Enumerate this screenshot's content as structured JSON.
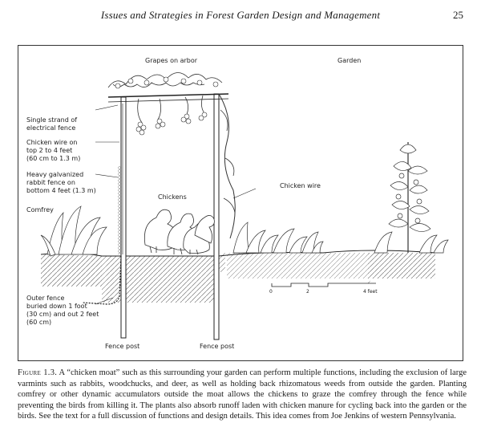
{
  "header": {
    "running_title": "Issues and Strategies in Forest Garden Design and Management",
    "page_number": "25"
  },
  "figure": {
    "labels": {
      "grapes_on_arbor": "Grapes on arbor",
      "garden": "Garden",
      "electrical_fence": "Single strand of\nelectrical fence",
      "chicken_wire_top": "Chicken wire on\ntop 2 to 4 feet\n(60 cm to 1.3 m)",
      "rabbit_fence": "Heavy galvanized\nrabbit fence on\nbottom 4 feet (1.3 m)",
      "comfrey": "Comfrey",
      "chickens": "Chickens",
      "chicken_wire": "Chicken wire",
      "outer_fence": "Outer fence\nburied down 1 foot\n(30 cm) and out 2 feet\n(60 cm)",
      "fence_post_left": "Fence post",
      "fence_post_right": "Fence post"
    },
    "scale_bar": {
      "tick_0": "0",
      "tick_2": "2",
      "tick_4": "4 feet"
    }
  },
  "caption": {
    "label": "Figure 1.3.",
    "text": "A “chicken moat” such as this surrounding your garden can perform multiple functions, including the exclusion of large varmints such as rabbits, woodchucks, and deer, as well as holding back rhizomatous weeds from outside the garden. Planting comfrey or other dynamic accumulators outside the moat allows the chickens to graze the comfrey through the fence while preventing the birds from killing it. The plants also absorb runoff laden with chicken manure for cycling back into the garden or the birds. See the text for a full discussion of functions and design details. This idea comes from Joe Jenkins of western Pennsylvania."
  }
}
